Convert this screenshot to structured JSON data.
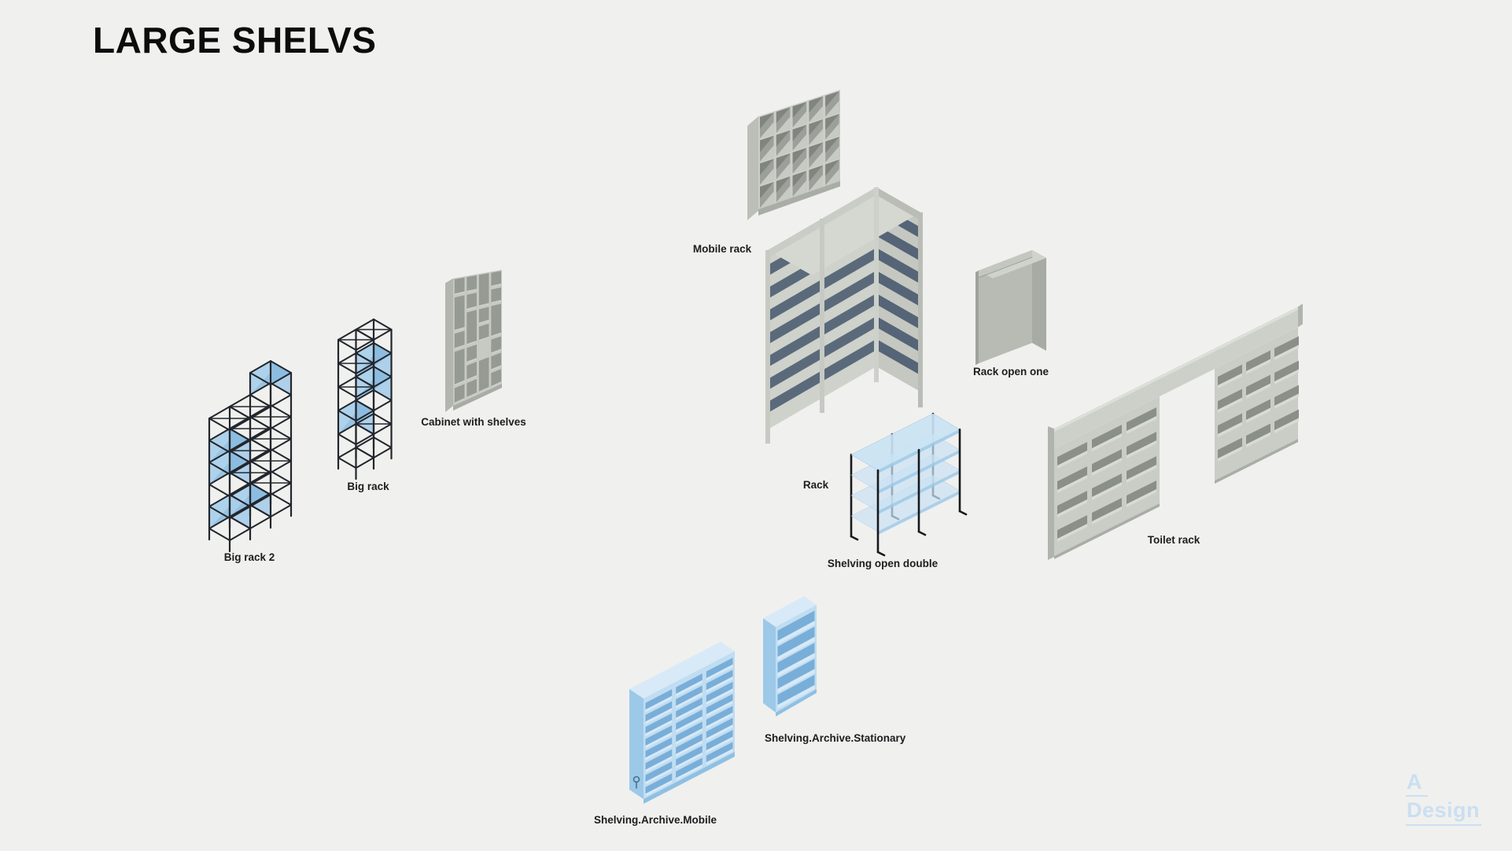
{
  "page": {
    "title": "LARGE SHELVS",
    "background": "#f0f0ee"
  },
  "items": [
    {
      "id": "big-rack-2",
      "label": "Big rack 2",
      "illustration": "wireframe-rack-with-blue-boxes-icon"
    },
    {
      "id": "big-rack",
      "label": "Big rack",
      "illustration": "wireframe-rack-with-blue-boxes-icon"
    },
    {
      "id": "cabinet-with-shelves",
      "label": "Cabinet with shelves",
      "illustration": "gray-cubby-cabinet-icon"
    },
    {
      "id": "mobile-rack",
      "label": "Mobile rack",
      "illustration": "gray-cubby-grid-rack-icon"
    },
    {
      "id": "rack",
      "label": "Rack",
      "illustration": "gray-open-rack-dark-shelves-icon"
    },
    {
      "id": "rack-open-one",
      "label": "Rack open one",
      "illustration": "gray-closed-box-cabinet-icon"
    },
    {
      "id": "shelving-open-double",
      "label": "Shelving open double",
      "illustration": "black-frame-blue-shelves-icon"
    },
    {
      "id": "toilet-rack",
      "label": "Toilet rack",
      "illustration": "long-wall-shelf-panel-icon"
    },
    {
      "id": "shelving-archive-mobile",
      "label": "Shelving.Archive.Mobile",
      "illustration": "blue-archive-shelving-wide-icon"
    },
    {
      "id": "shelving-archive-stationary",
      "label": "Shelving.Archive.Stationary",
      "illustration": "blue-archive-shelving-tall-icon"
    }
  ],
  "watermark": {
    "line1": "A",
    "line2": "Design",
    "color": "#cadff2"
  },
  "colors": {
    "background": "#f0f0ee",
    "title_text": "#0c0c0d",
    "label_text": "#1d1d1f",
    "steel_gray": "#c9cdc6",
    "slate_shelf": "#5a6a7b",
    "blue_light": "#c0ddf1",
    "blue_mid": "#9cc9e8",
    "blue_dark": "#79aed9",
    "frame_black": "#22262c"
  }
}
